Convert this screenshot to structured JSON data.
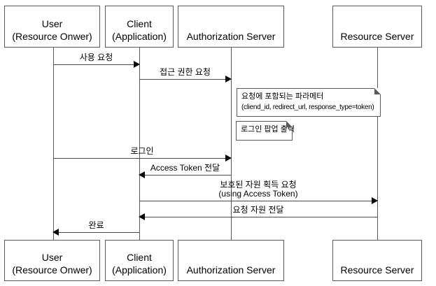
{
  "diagram": {
    "type": "sequence-diagram",
    "topic": "OAuth access token flow",
    "colors": {
      "background": "#ffffff",
      "box_border": "#595959",
      "line": "#4a4a4a",
      "arrowhead": "#0a0a0a",
      "text": "#000000"
    },
    "actors": [
      {
        "line1": "User",
        "line2": "(Resource Onwer)"
      },
      {
        "line1": "Client",
        "line2": "(Application)"
      },
      {
        "line1": "Authorization Server"
      },
      {
        "line1": "Resource Server"
      }
    ],
    "messages": [
      {
        "label": "사용 요청",
        "from": "User (Resource Onwer)",
        "to": "Client (Application)",
        "direction": "right"
      },
      {
        "label": "접근 권한 요청",
        "from": "Client (Application)",
        "to": "Authorization Server",
        "direction": "right"
      },
      {
        "label": "로그인",
        "from": "User (Resource Onwer)",
        "to": "Authorization Server",
        "direction": "right"
      },
      {
        "label": "Access Token 전달",
        "from": "Authorization Server",
        "to": "Client (Application)",
        "direction": "left"
      },
      {
        "label": "보호된 자원 획득 요청",
        "label2": "(using Access Token)",
        "from": "Client (Application)",
        "to": "Resource Server",
        "direction": "right"
      },
      {
        "label": "요청 자원 전달",
        "from": "Resource Server",
        "to": "Client (Application)",
        "direction": "left"
      },
      {
        "label": "완료",
        "from": "Client (Application)",
        "to": "User (Resource Onwer)",
        "direction": "left"
      }
    ],
    "notes": [
      {
        "line1": "요청에 포함되는 파라메터",
        "line2": "(cliend_id, redirect_url, response_type=token)"
      },
      {
        "line1": "로그인 팝업 출력"
      }
    ]
  }
}
